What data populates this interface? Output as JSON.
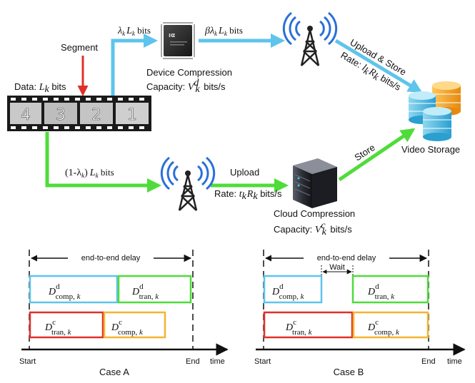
{
  "top": {
    "segment_label": "Segment",
    "data_prefix": "Data: ",
    "data_var": "L",
    "data_sub": "k",
    "data_suffix": " bits",
    "film_frames": [
      "4",
      "3",
      "2",
      "1"
    ],
    "device_path_label": {
      "a": "λ",
      "ak": "k",
      "b": "L",
      "bk": "k",
      "suffix": " bits"
    },
    "device_out_label": {
      "beta": "βλ",
      "k1": "k",
      "L": "L",
      "k2": "k",
      "suffix": " bits"
    },
    "device_title": "Device Compression",
    "device_capacity_prefix": "Capacity: ",
    "device_capacity_var": "V",
    "device_capacity_sup": "d",
    "device_capacity_sub": "k",
    "device_capacity_suffix": " bits/s",
    "upload_store_label": "Upload & Store",
    "rate_prefix_1": "Rate: ",
    "rate1_a": "l",
    "rate1_ak": "k",
    "rate1_b": "R",
    "rate1_bk": "k",
    "rate1_suffix": " bits/s",
    "video_storage_label": "Video Storage",
    "cloud_path_label": {
      "open": "(1-λ",
      "k": "k",
      "close": ")",
      "L": "L",
      "Lk": "k",
      "suffix": " bits"
    },
    "upload_label": "Upload",
    "rate_prefix_2": "Rate: ",
    "rate2_a": "t",
    "rate2_ak": "k",
    "rate2_b": "R",
    "rate2_bk": "k",
    "rate2_suffix": " bits/s",
    "store_label": "Store",
    "cloud_title": "Cloud Compression",
    "cloud_capacity_prefix": "Capacity: ",
    "cloud_capacity_var": "V",
    "cloud_capacity_sup": "c",
    "cloud_capacity_sub": "k",
    "cloud_capacity_suffix": " bits/s"
  },
  "timing": {
    "e2e_label": "end-to-end delay",
    "wait_label": "Wait",
    "start_label": "Start",
    "end_label": "End",
    "time_label": "time",
    "caseA_label": "Case A",
    "caseB_label": "Case B",
    "D": "D",
    "sup_d": "d",
    "sup_c": "c",
    "sub_comp": "comp",
    "sub_tran": "tran",
    "sub_k": "k"
  },
  "colors": {
    "blue": "#5ec4ec",
    "green": "#4fdc3a",
    "red": "#e0302a",
    "orange": "#f4b531",
    "arrow_red": "#e0302a"
  }
}
